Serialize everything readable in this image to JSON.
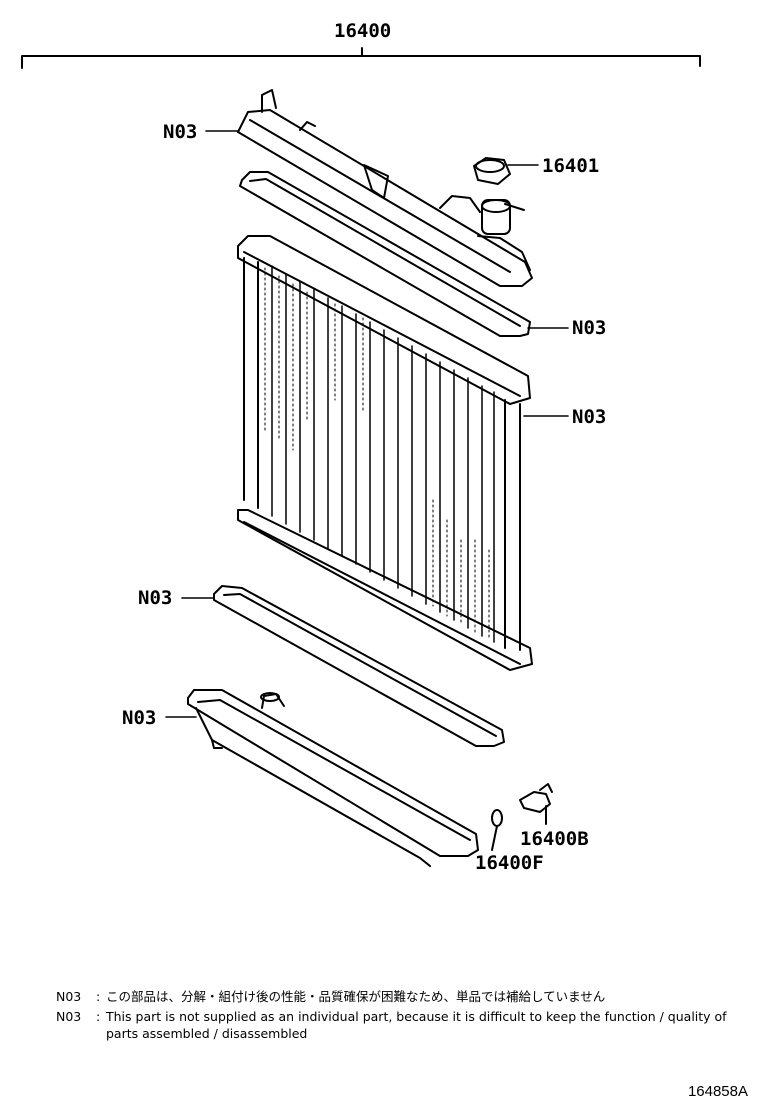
{
  "assembly_number": "16400",
  "callouts": {
    "upper_tank": "N03",
    "cap": "16401",
    "upper_gasket": "N03",
    "core": "N03",
    "lower_gasket": "N03",
    "lower_tank": "N03",
    "drain_cock": "16400B",
    "drain_oring": "16400F"
  },
  "notes": [
    {
      "key": "N03",
      "text": "この部品は、分解・組付け後の性能・品質確保が困難なため、単品では補給していません"
    },
    {
      "key": "N03",
      "text": "This part is not supplied as an individual part, because it is difficult to keep the function / quality of parts assembled / disassembled"
    }
  ],
  "figure_id": "164858A"
}
